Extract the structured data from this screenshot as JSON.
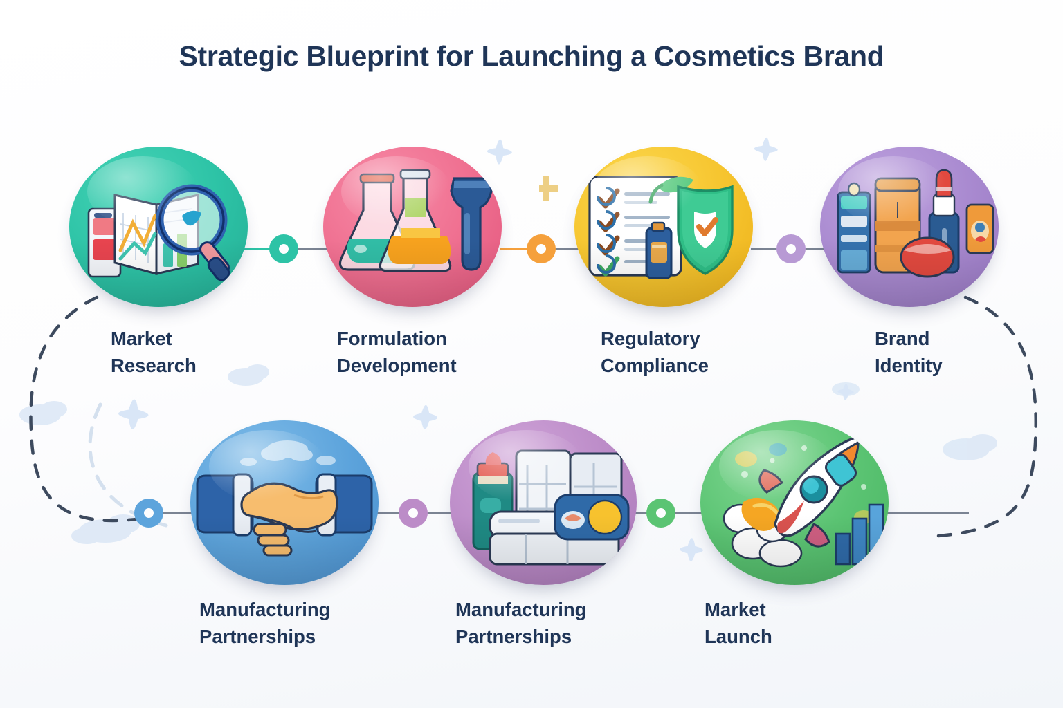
{
  "page": {
    "title": "Strategic Blueprint for Launching a Cosmetics Brand",
    "title_color": "#1f3557",
    "background_color": "#ffffff",
    "type": "process-flow-infographic",
    "step_count": 7,
    "row1_count": 4,
    "row2_count": 3
  },
  "steps": [
    {
      "index": "1",
      "label": "Market\nResearch",
      "bubble_color": "#2dc3a6",
      "bubble_edge_color": "#22a890",
      "icon": "market-research-book-magnifier-icon",
      "icon_parts": [
        "open-book",
        "line-chart",
        "magnifying-glass",
        "product-box"
      ],
      "row": "1"
    },
    {
      "index": "2",
      "label": "Formulation\nDevelopment",
      "bubble_color": "#ef6f90",
      "bubble_edge_color": "#e2557c",
      "icon": "lab-flasks-icon",
      "icon_parts": [
        "teal-flask",
        "orange-flask",
        "blue-bottle"
      ],
      "row": "1"
    },
    {
      "index": "3",
      "label": "Regulatory\nCompliance",
      "bubble_color": "#f6c52f",
      "bubble_edge_color": "#eeb41c",
      "icon": "checklist-shield-icon",
      "icon_parts": [
        "checklist-4-items",
        "green-shield",
        "orange-checkmark",
        "blue-bottle"
      ],
      "row": "1"
    },
    {
      "index": "4",
      "label": "Brand\nIdentity",
      "bubble_color": "#a98ad0",
      "bubble_edge_color": "#9a78c7",
      "icon": "cosmetic-products-icon",
      "icon_parts": [
        "blue-carton",
        "orange-bottle",
        "red-lipstick",
        "red-compact",
        "orange-sachet"
      ],
      "row": "1"
    },
    {
      "index": "5",
      "label": "Manufacturing\nPartnerships",
      "bubble_color": "#5da4dc",
      "bubble_edge_color": "#4a93cf",
      "icon": "handshake-icon",
      "icon_parts": [
        "two-hands",
        "blue-suit-cuffs",
        "cloud"
      ],
      "row": "2"
    },
    {
      "index": "6",
      "label": "Manufacturing\nPartnerships",
      "bubble_color": "#bc8cc8",
      "bubble_edge_color": "#ab79b9",
      "icon": "factory-machinery-icon",
      "icon_parts": [
        "production-machine",
        "conveyor",
        "teal-bottle",
        "control-panel"
      ],
      "row": "2"
    },
    {
      "index": "7",
      "label": "Market Launch",
      "bubble_color": "#5bc473",
      "bubble_edge_color": "#48b562",
      "icon": "rocket-launch-icon",
      "icon_parts": [
        "rocket",
        "exhaust-smoke",
        "bar-chart"
      ],
      "row": "2"
    }
  ],
  "connectors": [
    {
      "id": "1",
      "from": "1",
      "to": "2",
      "dot_color": "#2dc3a6",
      "line_color": "#2dc3a6"
    },
    {
      "id": "2",
      "from": "2",
      "to": "3",
      "dot_color": "#f5a03c",
      "line_color": "#f5a03c"
    },
    {
      "id": "3",
      "from": "3",
      "to": "4",
      "dot_color": "#b89ad4",
      "line_color": "#7b8493"
    },
    {
      "id": "4",
      "from": "4",
      "to": "5",
      "dot_color": "#5da4dc",
      "line_color": "#3d4a5e",
      "style": "dashed-loop"
    },
    {
      "id": "5",
      "from": "5",
      "to": "6",
      "dot_color": "#bc8cc8",
      "line_color": "#7b8493"
    },
    {
      "id": "6",
      "from": "6",
      "to": "7",
      "dot_color": "#5bc473",
      "line_color": "#7b8493"
    }
  ]
}
